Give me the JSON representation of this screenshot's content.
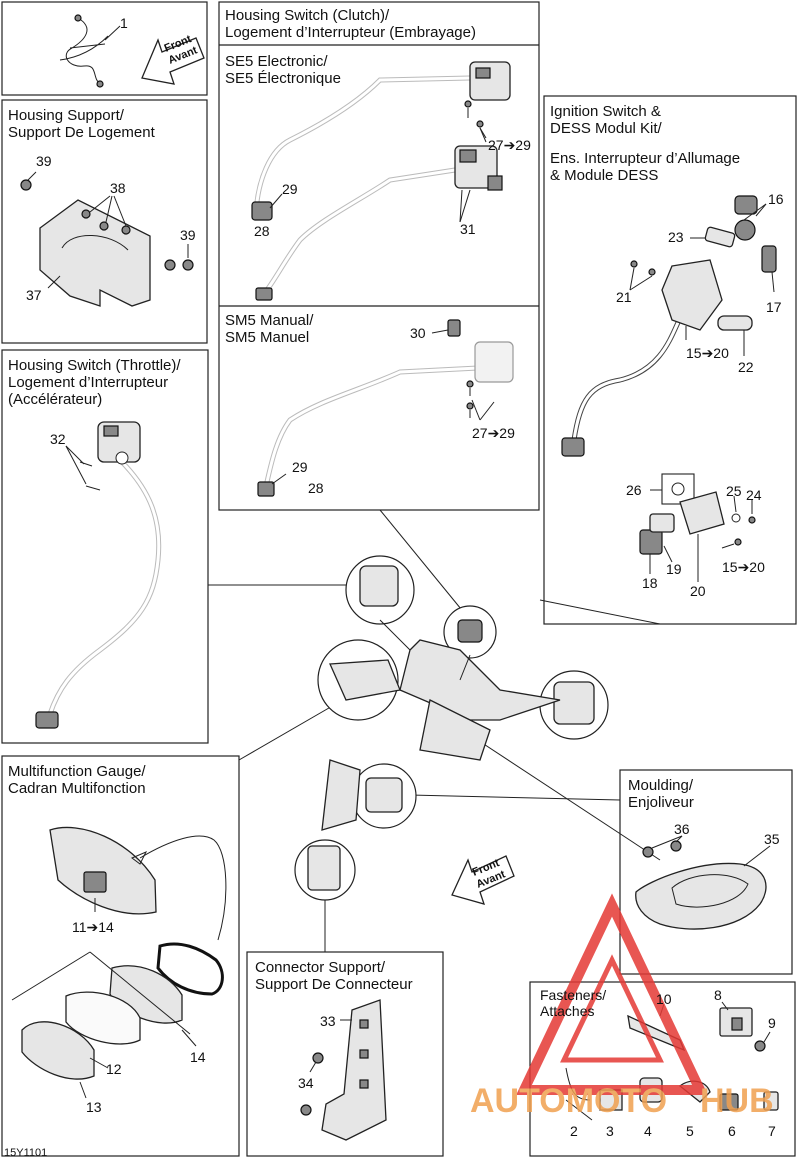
{
  "sections": {
    "harness": {
      "labels": [
        "1"
      ]
    },
    "front_arrow_top": {
      "line1": "Front",
      "line2": "Avant"
    },
    "front_arrow_mid": {
      "line1": "Front",
      "line2": "Avant"
    },
    "housing_support": {
      "title1": "Housing Support/",
      "title2": "Support De Logement",
      "labels": [
        "39",
        "38",
        "39",
        "37"
      ]
    },
    "clutch": {
      "title1": "Housing Switch (Clutch)/",
      "title2": "Logement d’Interrupteur (Embrayage)",
      "se5_title1": "SE5 Electronic/",
      "se5_title2": "SE5 Électronique",
      "se5_labels": [
        "27➔29",
        "29",
        "28",
        "31"
      ],
      "sm5_title1": "SM5 Manual/",
      "sm5_title2": "SM5 Manuel",
      "sm5_labels": [
        "30",
        "27➔29",
        "29",
        "28"
      ]
    },
    "ignition": {
      "title1": "Ignition Switch &",
      "title2": "DESS Modul Kit/",
      "title3": "Ens. Interrupteur d’Allumage",
      "title4": "& Module DESS",
      "labels": [
        "16",
        "23",
        "21",
        "17",
        "15➔20",
        "22",
        "26",
        "25",
        "24",
        "18",
        "19",
        "20",
        "15➔20"
      ]
    },
    "throttle": {
      "title1": "Housing Switch (Throttle)/",
      "title2": "Logement d’Interrupteur",
      "title3": "(Accélérateur)",
      "labels": [
        "32"
      ]
    },
    "gauge": {
      "title1": "Multifunction Gauge/",
      "title2": "Cadran Multifonction",
      "labels": [
        "11➔14",
        "12",
        "13",
        "14"
      ]
    },
    "moulding": {
      "title1": "Moulding/",
      "title2": "Enjoliveur",
      "labels": [
        "36",
        "35"
      ]
    },
    "connector": {
      "title1": "Connector Support/",
      "title2": "Support De Connecteur",
      "labels": [
        "33",
        "34"
      ]
    },
    "fasteners": {
      "title1": "Fasteners/",
      "title2": "Attaches",
      "labels": [
        "10",
        "8",
        "9",
        "2",
        "3",
        "4",
        "5",
        "6",
        "7"
      ]
    }
  },
  "watermark": {
    "text_left": "AUTOMOTO",
    "text_right": "HUB",
    "color": "#f0a050",
    "triangle_color": "#e53935"
  },
  "footer_code": "15Y1101"
}
